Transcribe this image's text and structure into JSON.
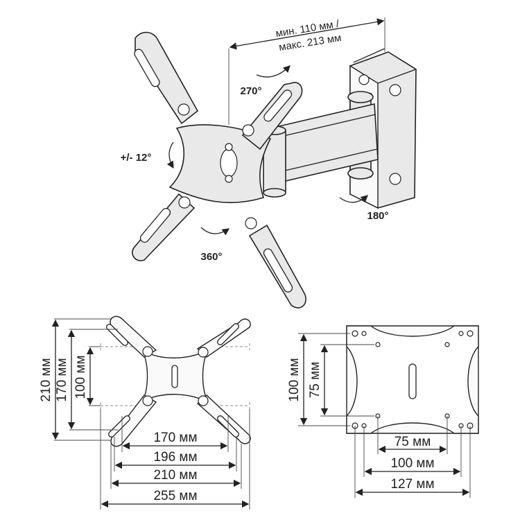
{
  "top_view": {
    "distance_label_line1": "мин. 110 мм /",
    "distance_label_line2": "макс. 213 мм",
    "rotation_270": "270°",
    "tilt": "+/- 12°",
    "rotation_180": "180°",
    "rotation_360": "360°"
  },
  "plate_large": {
    "dim_vertical_outer": "210 мм",
    "dim_vertical_mid": "170 мм",
    "dim_vertical_inner": "100 мм",
    "dim_h_170": "170 мм",
    "dim_h_196": "196 мм",
    "dim_h_210": "210 мм",
    "dim_h_255": "255 мм"
  },
  "plate_small": {
    "dim_vertical_outer": "100 мм",
    "dim_vertical_inner": "75 мм",
    "dim_h_75": "75 мм",
    "dim_h_100": "100 мм",
    "dim_h_127": "127 мм"
  },
  "colors": {
    "line": "#222222",
    "fill": "#e9e9e9"
  }
}
